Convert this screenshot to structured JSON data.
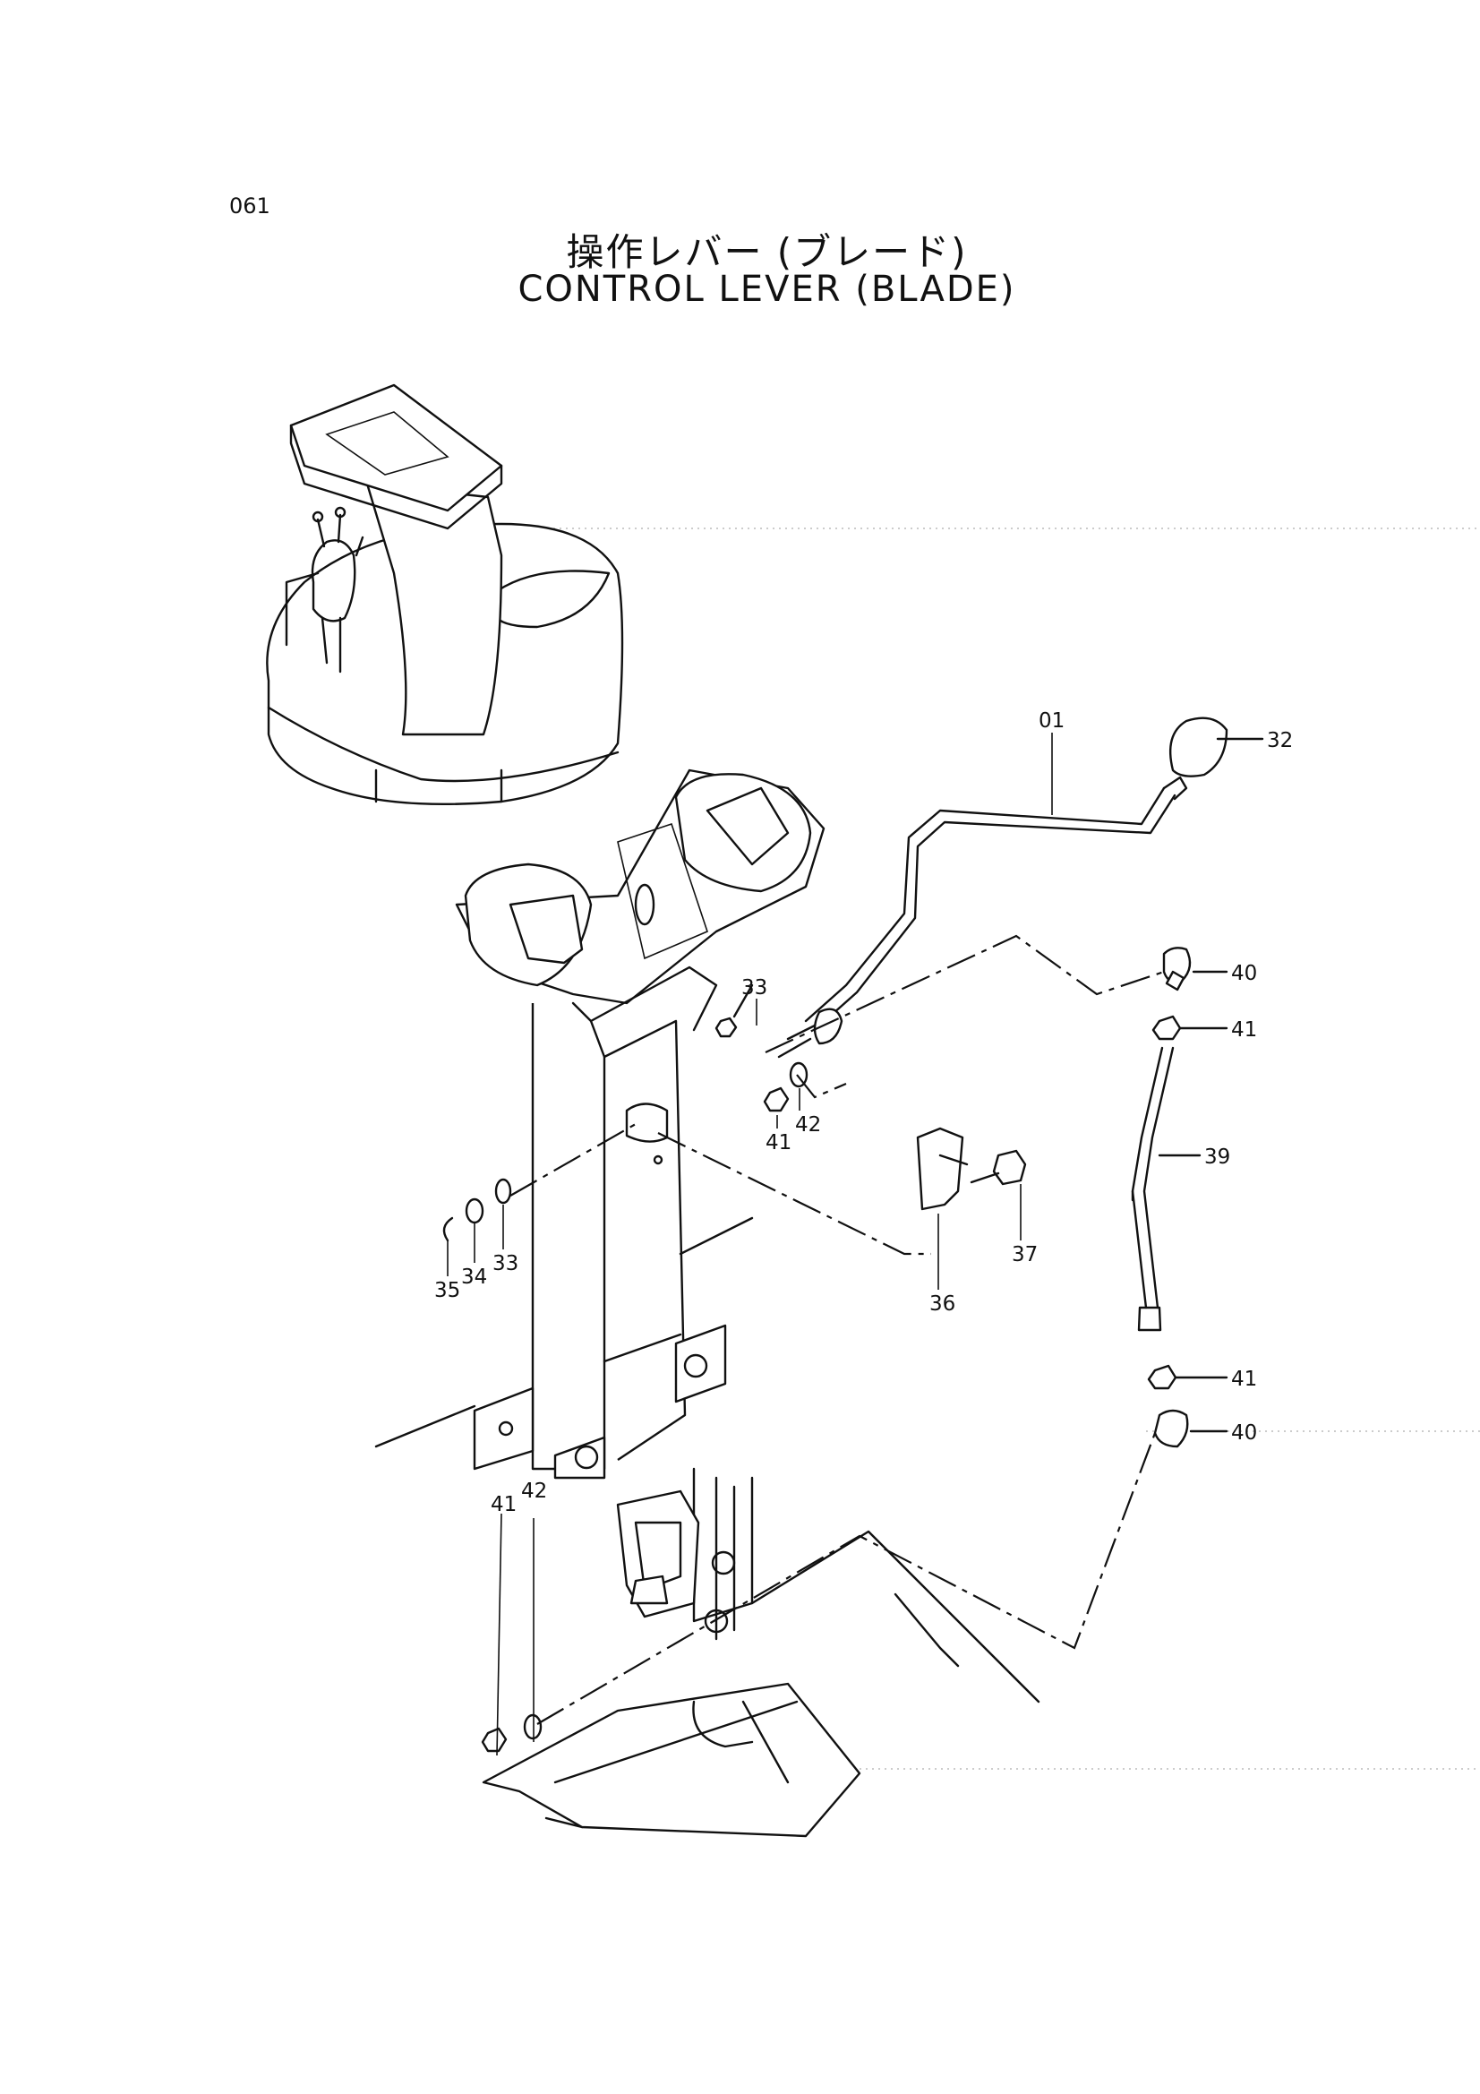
{
  "page_number": "061",
  "title": {
    "japanese": "操作レバー (ブレード)",
    "english": "CONTROL LEVER (BLADE)"
  },
  "callouts": {
    "c01": "01",
    "c32": "32",
    "c40_top": "40",
    "c41_top": "41",
    "c39": "39",
    "c33_top": "33",
    "c41_mid": "41",
    "c42_mid": "42",
    "c33_low": "33",
    "c34": "34",
    "c35": "35",
    "c36": "36",
    "c37": "37",
    "c41_lower": "41",
    "c40_lower": "40",
    "c41_bottom": "41",
    "c42_bottom": "42"
  }
}
